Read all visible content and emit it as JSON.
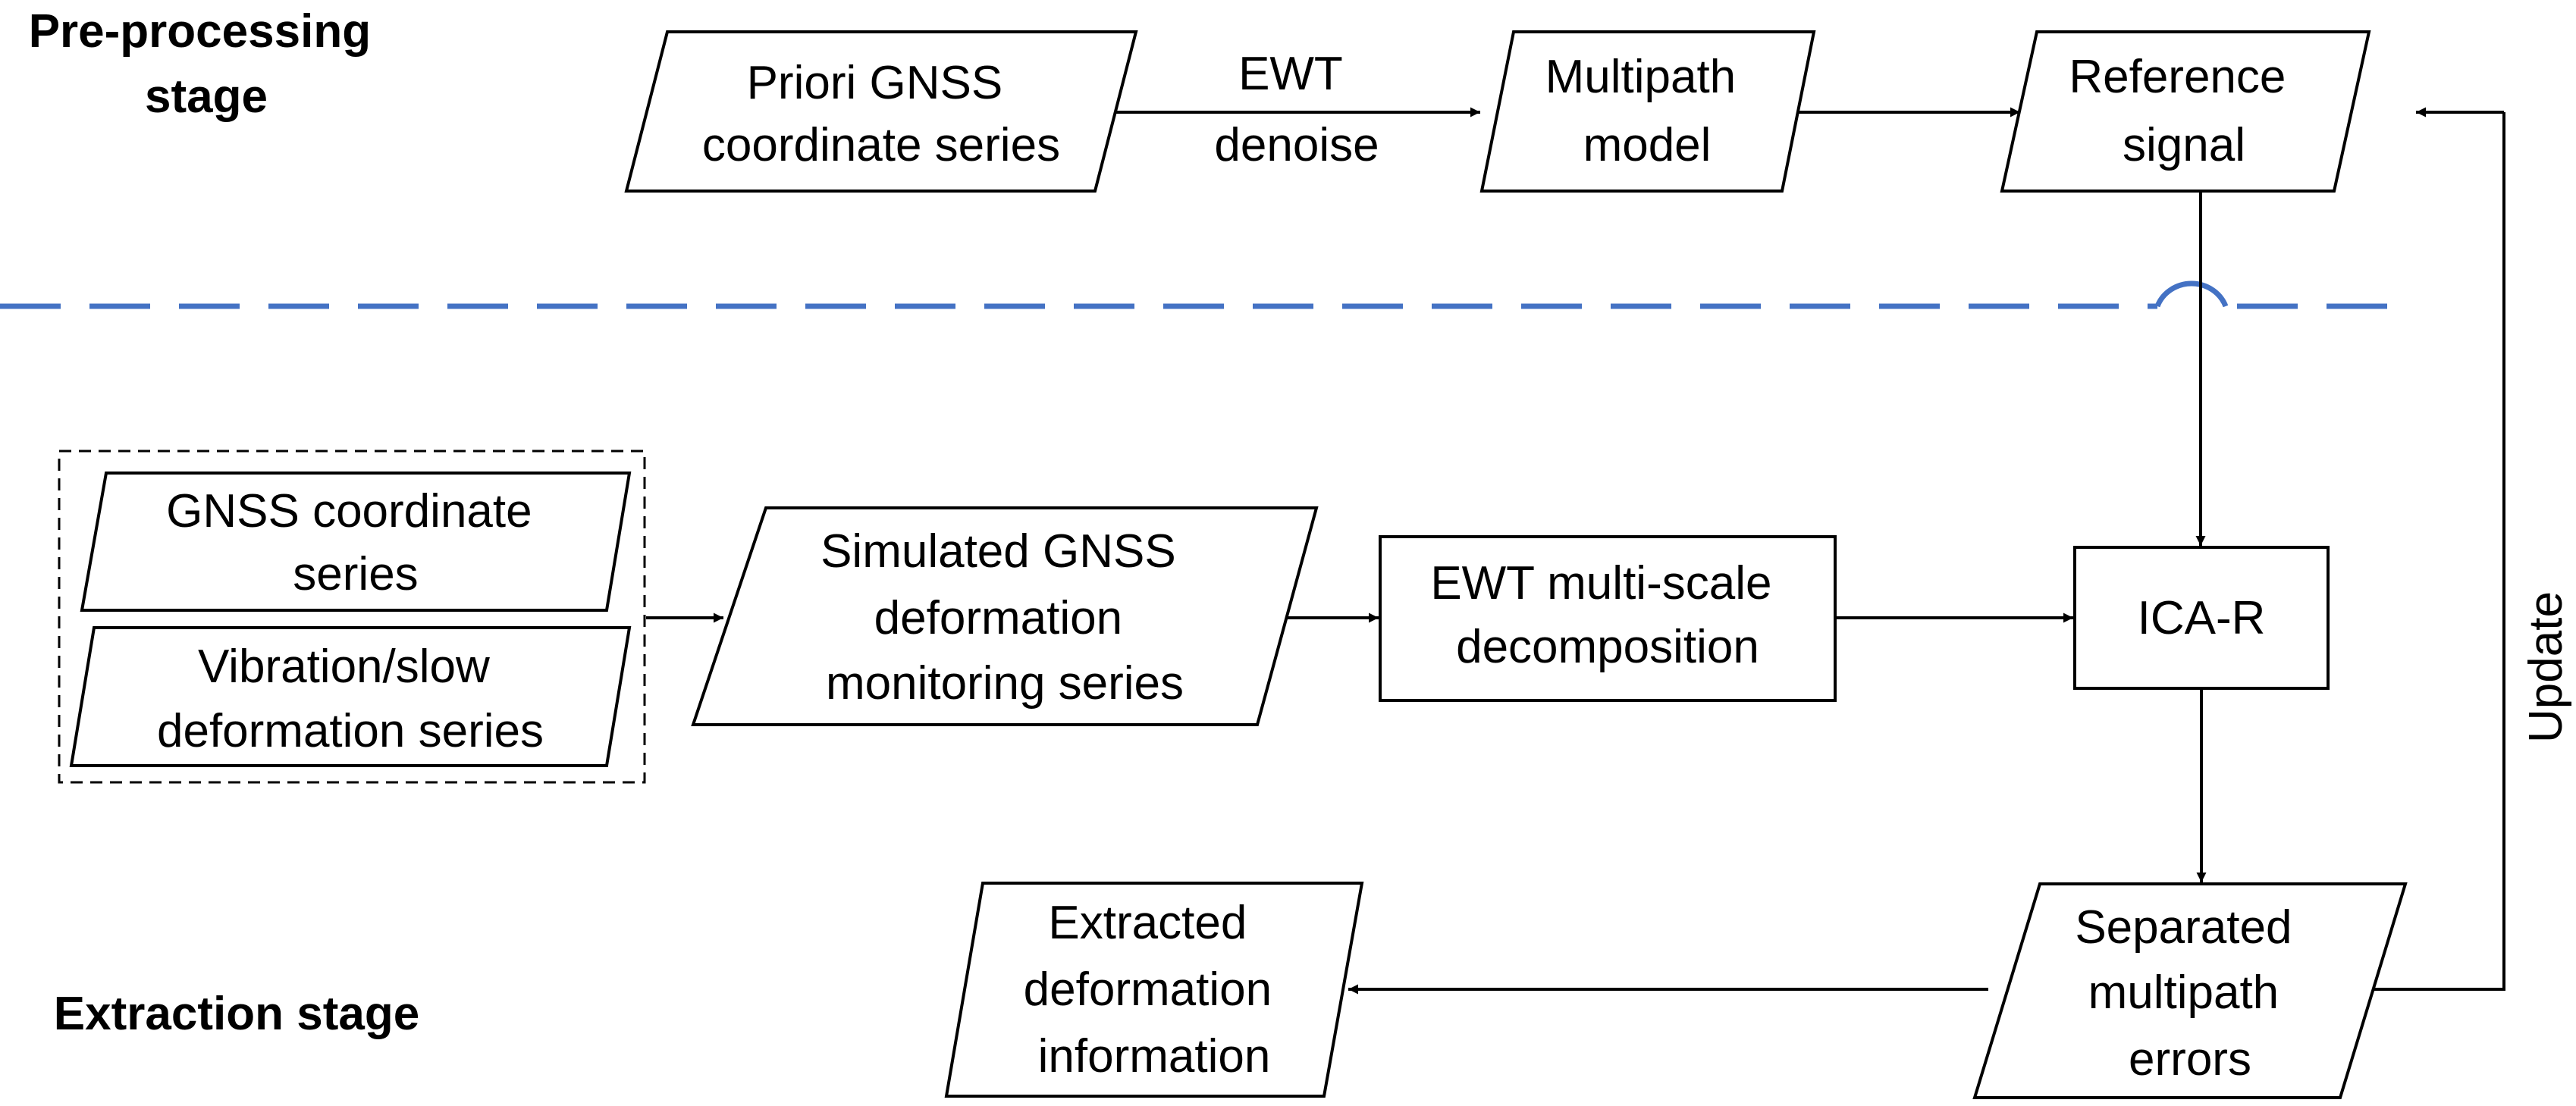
{
  "stages": {
    "pre_processing": [
      "Pre-processing",
      "stage"
    ],
    "extraction": [
      "Extraction stage"
    ]
  },
  "nodes": {
    "priori": [
      "Priori GNSS",
      "coordinate series"
    ],
    "multipath_model": [
      "Multipath",
      "model"
    ],
    "reference_signal": [
      "Reference",
      "signal"
    ],
    "gnss_coordinate": [
      "GNSS coordinate",
      "series"
    ],
    "vibration": [
      "Vibration/slow",
      "deformation series"
    ],
    "simulated": [
      "Simulated GNSS",
      "deformation",
      "monitoring series"
    ],
    "ewt_decomposition": [
      "EWT multi-scale",
      "decomposition"
    ],
    "ica_r": [
      "ICA-R"
    ],
    "separated": [
      "Separated",
      "multipath",
      "errors"
    ],
    "extracted": [
      "Extracted",
      "deformation",
      "information"
    ]
  },
  "edges": {
    "ewt_denoise": [
      "EWT",
      "denoise"
    ],
    "update": "Update"
  },
  "colors": {
    "divider": "#4472C4",
    "stroke": "#000000"
  }
}
